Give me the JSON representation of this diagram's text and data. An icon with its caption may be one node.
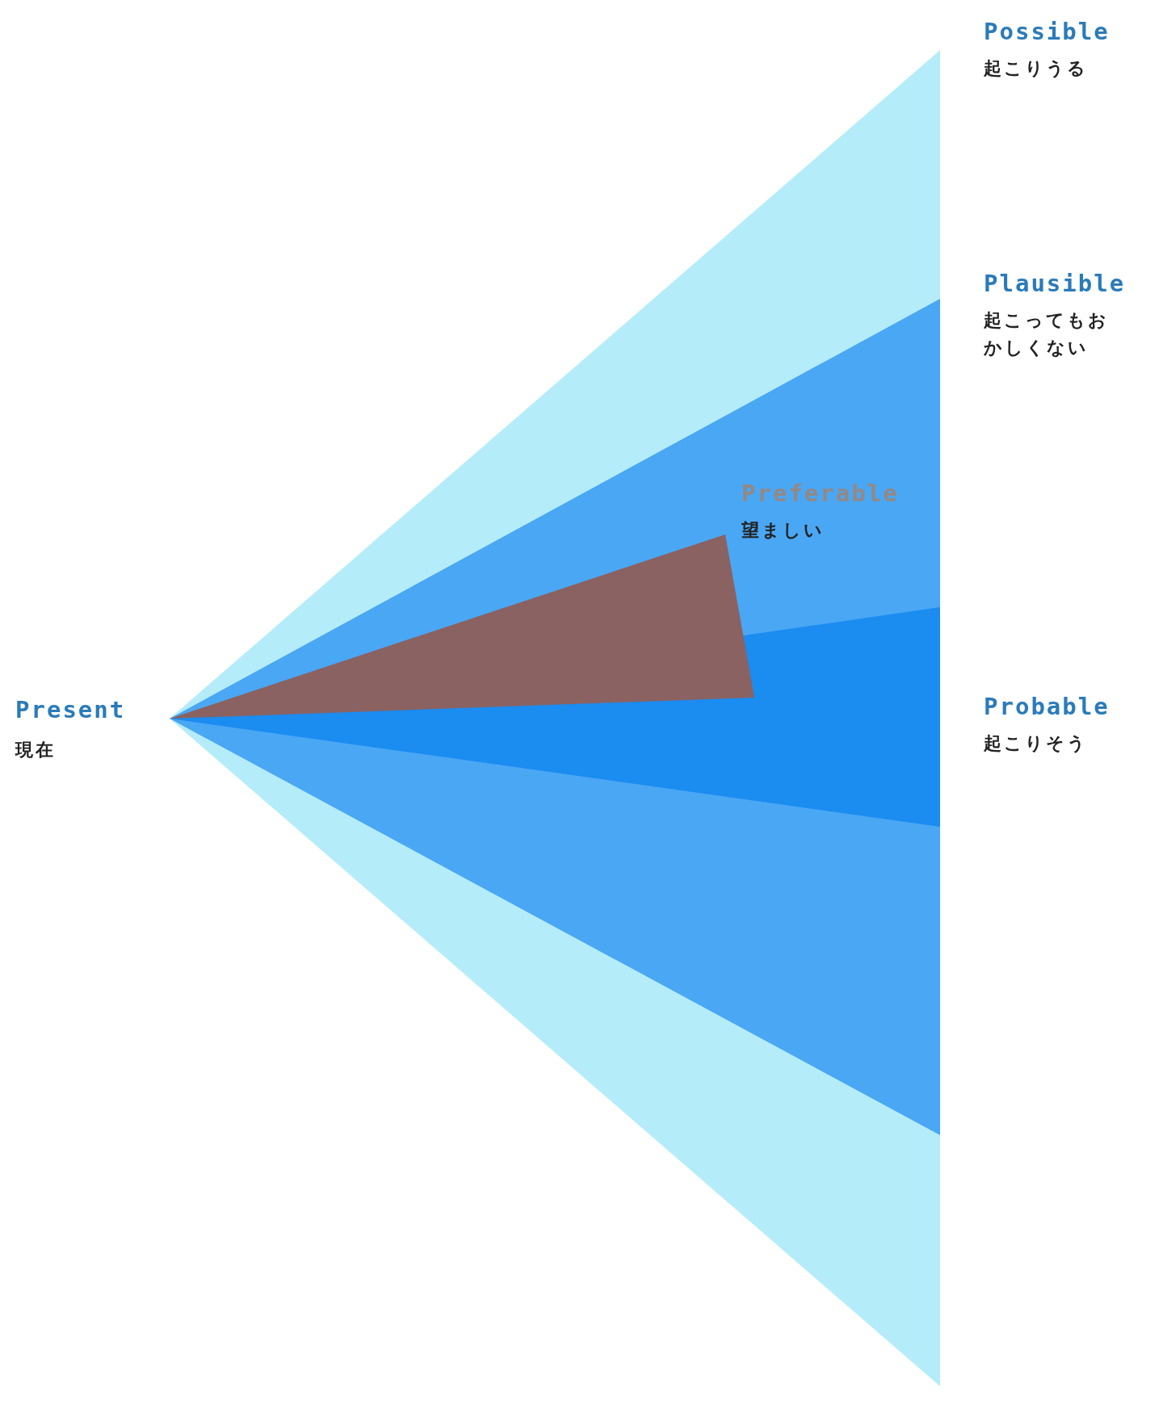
{
  "diagram": {
    "nodes": [
      {
        "text": [
          "Possible",
          "起こりうる"
        ]
      },
      {
        "text": [
          "Plausible",
          "起こってもおかしくない"
        ]
      },
      {
        "text": [
          "Preferable",
          "望ましい"
        ]
      },
      {
        "text": [
          "Probable",
          "起こりそう"
        ]
      }
    ],
    "labels": [
      "Present",
      "現在"
    ]
  }
}
